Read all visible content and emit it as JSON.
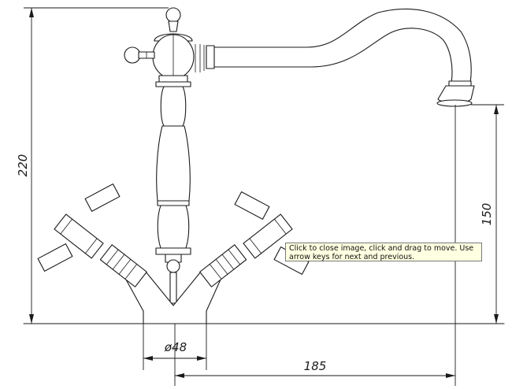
{
  "dimensions": {
    "height_total": "220",
    "height_spout": "150",
    "base_diameter": "ø48",
    "reach": "185"
  },
  "tooltip": {
    "text": "Click to close image, click and drag to move. Use arrow keys for next and previous."
  }
}
